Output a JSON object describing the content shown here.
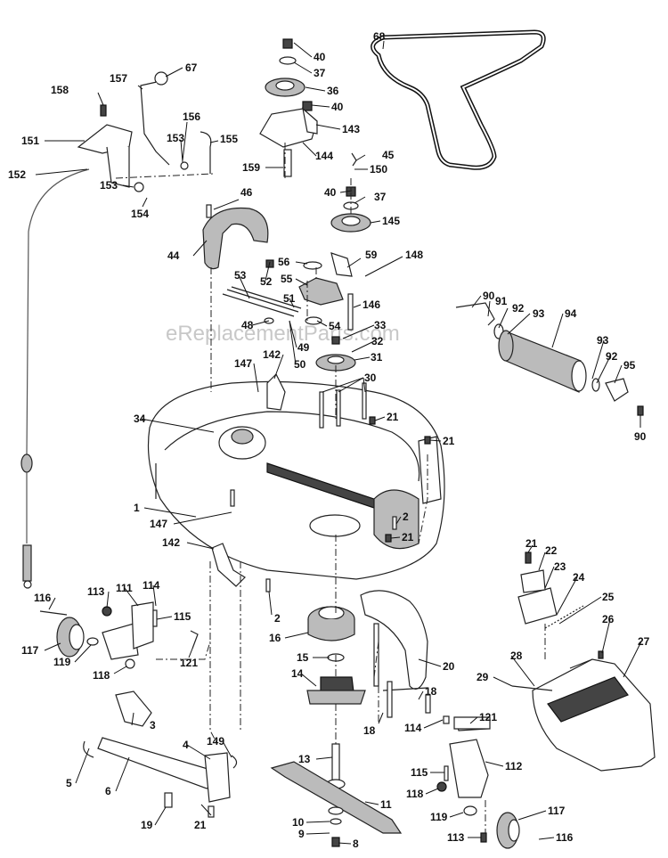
{
  "watermark": "eReplacementParts.com",
  "callouts": [
    {
      "id": "c68",
      "text": "68"
    },
    {
      "id": "c40a",
      "text": "40"
    },
    {
      "id": "c37a",
      "text": "37"
    },
    {
      "id": "c36",
      "text": "36"
    },
    {
      "id": "c40b",
      "text": "40"
    },
    {
      "id": "c143",
      "text": "143"
    },
    {
      "id": "c144",
      "text": "144"
    },
    {
      "id": "c45",
      "text": "45"
    },
    {
      "id": "c150",
      "text": "150"
    },
    {
      "id": "c159",
      "text": "159"
    },
    {
      "id": "c40c",
      "text": "40"
    },
    {
      "id": "c37b",
      "text": "37"
    },
    {
      "id": "c145",
      "text": "145"
    },
    {
      "id": "c67",
      "text": "67"
    },
    {
      "id": "c157",
      "text": "157"
    },
    {
      "id": "c158",
      "text": "158"
    },
    {
      "id": "c156",
      "text": "156"
    },
    {
      "id": "c153a",
      "text": "153"
    },
    {
      "id": "c155",
      "text": "155"
    },
    {
      "id": "c151",
      "text": "151"
    },
    {
      "id": "c152",
      "text": "152"
    },
    {
      "id": "c153b",
      "text": "153"
    },
    {
      "id": "c154",
      "text": "154"
    },
    {
      "id": "c46",
      "text": "46"
    },
    {
      "id": "c44",
      "text": "44"
    },
    {
      "id": "c148",
      "text": "148"
    },
    {
      "id": "c59",
      "text": "59"
    },
    {
      "id": "c56",
      "text": "56"
    },
    {
      "id": "c55",
      "text": "55"
    },
    {
      "id": "c53",
      "text": "53"
    },
    {
      "id": "c52",
      "text": "52"
    },
    {
      "id": "c51",
      "text": "51"
    },
    {
      "id": "c146",
      "text": "146"
    },
    {
      "id": "c48",
      "text": "48"
    },
    {
      "id": "c54",
      "text": "54"
    },
    {
      "id": "c33",
      "text": "33"
    },
    {
      "id": "c49",
      "text": "49"
    },
    {
      "id": "c32",
      "text": "32"
    },
    {
      "id": "c50",
      "text": "50"
    },
    {
      "id": "c31",
      "text": "31"
    },
    {
      "id": "c142a",
      "text": "142"
    },
    {
      "id": "c147a",
      "text": "147"
    },
    {
      "id": "c30",
      "text": "30"
    },
    {
      "id": "c90a",
      "text": "90"
    },
    {
      "id": "c91",
      "text": "91"
    },
    {
      "id": "c92a",
      "text": "92"
    },
    {
      "id": "c93a",
      "text": "93"
    },
    {
      "id": "c94",
      "text": "94"
    },
    {
      "id": "c93b",
      "text": "93"
    },
    {
      "id": "c92b",
      "text": "92"
    },
    {
      "id": "c95",
      "text": "95"
    },
    {
      "id": "c90b",
      "text": "90"
    },
    {
      "id": "c34",
      "text": "34"
    },
    {
      "id": "c21a",
      "text": "21"
    },
    {
      "id": "c21b",
      "text": "21"
    },
    {
      "id": "c1",
      "text": "1"
    },
    {
      "id": "c147b",
      "text": "147"
    },
    {
      "id": "c2a",
      "text": "2"
    },
    {
      "id": "c21c",
      "text": "21"
    },
    {
      "id": "c142b",
      "text": "142"
    },
    {
      "id": "c2b",
      "text": "2"
    },
    {
      "id": "c16",
      "text": "16"
    },
    {
      "id": "c116a",
      "text": "116"
    },
    {
      "id": "c113a",
      "text": "113"
    },
    {
      "id": "c111",
      "text": "111"
    },
    {
      "id": "c114a",
      "text": "114"
    },
    {
      "id": "c115a",
      "text": "115"
    },
    {
      "id": "c117a",
      "text": "117"
    },
    {
      "id": "c119a",
      "text": "119"
    },
    {
      "id": "c121a",
      "text": "121"
    },
    {
      "id": "c118a",
      "text": "118"
    },
    {
      "id": "c21d",
      "text": "21"
    },
    {
      "id": "c22",
      "text": "22"
    },
    {
      "id": "c23",
      "text": "23"
    },
    {
      "id": "c24",
      "text": "24"
    },
    {
      "id": "c25",
      "text": "25"
    },
    {
      "id": "c26",
      "text": "26"
    },
    {
      "id": "c27",
      "text": "27"
    },
    {
      "id": "c28",
      "text": "28"
    },
    {
      "id": "c29",
      "text": "29"
    },
    {
      "id": "c15",
      "text": "15"
    },
    {
      "id": "c14",
      "text": "14"
    },
    {
      "id": "c20",
      "text": "20"
    },
    {
      "id": "c18a",
      "text": "18"
    },
    {
      "id": "c18b",
      "text": "18"
    },
    {
      "id": "c3",
      "text": "3"
    },
    {
      "id": "c4",
      "text": "4"
    },
    {
      "id": "c149",
      "text": "149"
    },
    {
      "id": "c5",
      "text": "5"
    },
    {
      "id": "c6",
      "text": "6"
    },
    {
      "id": "c13",
      "text": "13"
    },
    {
      "id": "c114b",
      "text": "114"
    },
    {
      "id": "c121b",
      "text": "121"
    },
    {
      "id": "c112",
      "text": "112"
    },
    {
      "id": "c115b",
      "text": "115"
    },
    {
      "id": "c118b",
      "text": "118"
    },
    {
      "id": "c119b",
      "text": "119"
    },
    {
      "id": "c117b",
      "text": "117"
    },
    {
      "id": "c11",
      "text": "11"
    },
    {
      "id": "c19",
      "text": "19"
    },
    {
      "id": "c21e",
      "text": "21"
    },
    {
      "id": "c10",
      "text": "10"
    },
    {
      "id": "c9",
      "text": "9"
    },
    {
      "id": "c8",
      "text": "8"
    },
    {
      "id": "c113b",
      "text": "113"
    },
    {
      "id": "c116b",
      "text": "116"
    }
  ]
}
